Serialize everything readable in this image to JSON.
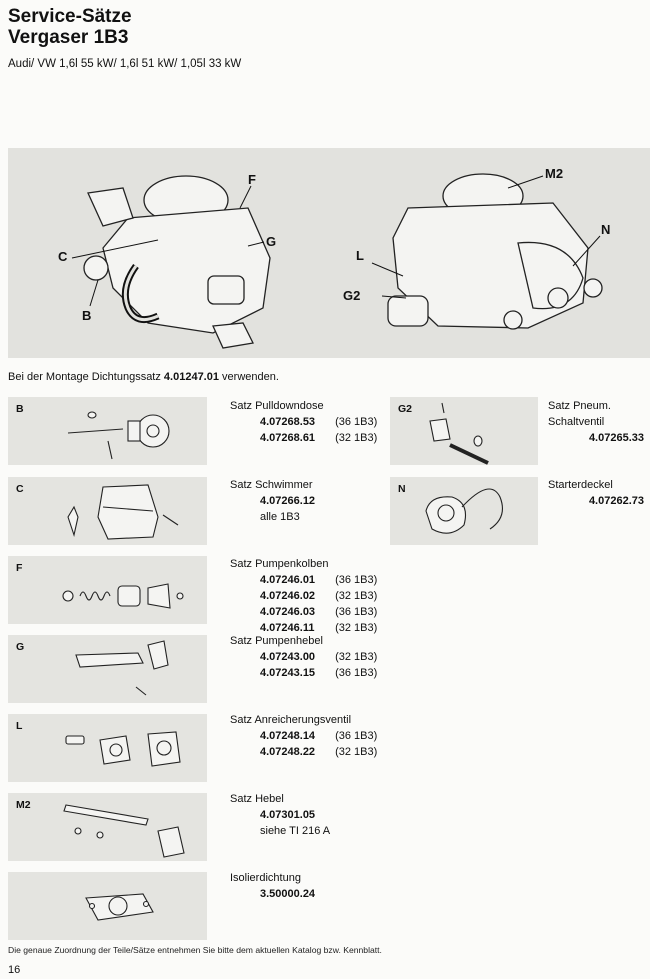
{
  "header": {
    "title_line1": "Service-Sätze",
    "title_line2": "Vergaser 1B3",
    "subtitle": "Audi/ VW 1,6l 55 kW/ 1,6l 51 kW/ 1,05l 33 kW"
  },
  "hero": {
    "labels": [
      "F",
      "C",
      "G",
      "B",
      "M2",
      "N",
      "L",
      "G2"
    ]
  },
  "note": {
    "text_before": "Bei der Montage Dichtungssatz ",
    "number": "4.01247.01",
    "text_after": " verwenden."
  },
  "sets": [
    {
      "code": "B",
      "name": "Satz Pulldowndose",
      "rows": [
        {
          "num": "4.07268.53",
          "spec": "(36 1B3)"
        },
        {
          "num": "4.07268.61",
          "spec": "(32 1B3)"
        }
      ]
    },
    {
      "code": "C",
      "name": "Satz Schwimmer",
      "rows": [
        {
          "num": "4.07266.12",
          "spec": ""
        },
        {
          "num": "alle 1B3",
          "spec": ""
        }
      ]
    },
    {
      "code": "F",
      "name": "Satz Pumpenkolben",
      "rows": [
        {
          "num": "4.07246.01",
          "spec": "(36 1B3)"
        },
        {
          "num": "4.07246.02",
          "spec": "(32 1B3)"
        },
        {
          "num": "4.07246.03",
          "spec": "(36 1B3)"
        },
        {
          "num": "4.07246.11",
          "spec": "(32 1B3)"
        }
      ]
    },
    {
      "code": "G",
      "name": "Satz Pumpenhebel",
      "rows": [
        {
          "num": "4.07243.00",
          "spec": "(32 1B3)"
        },
        {
          "num": "4.07243.15",
          "spec": "(36 1B3)"
        }
      ]
    },
    {
      "code": "L",
      "name": "Satz Anreicherungsventil",
      "rows": [
        {
          "num": "4.07248.14",
          "spec": "(36 1B3)"
        },
        {
          "num": "4.07248.22",
          "spec": "(32 1B3)"
        }
      ]
    },
    {
      "code": "M2",
      "name": "Satz Hebel",
      "rows": [
        {
          "num": "4.07301.05",
          "spec": ""
        },
        {
          "num": "siehe TI 216 A",
          "spec": ""
        }
      ]
    },
    {
      "code": "",
      "name": "Isolierdichtung",
      "rows": [
        {
          "num": "3.50000.24",
          "spec": ""
        }
      ]
    }
  ],
  "right_sets": [
    {
      "code": "G2",
      "name_line1": "Satz Pneum.",
      "name_line2": "Schaltventil",
      "num": "4.07265.33"
    },
    {
      "code": "N",
      "name_line1": "Starterdeckel",
      "name_line2": "",
      "num": "4.07262.73"
    }
  ],
  "footnote": "Die genaue Zuordnung der Teile/Sätze entnehmen Sie bitte dem aktuellen Katalog bzw. Kennblatt.",
  "page_number": "16"
}
